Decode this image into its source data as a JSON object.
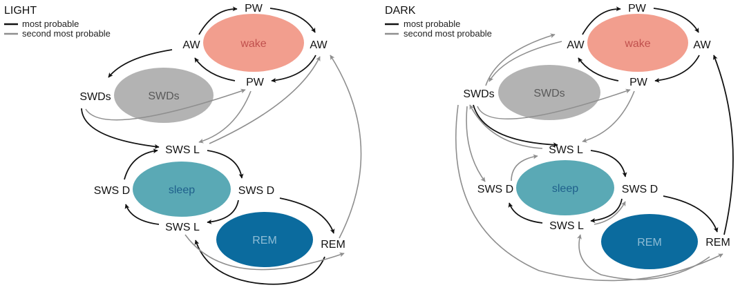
{
  "colors": {
    "most_probable": "#111111",
    "second_most_probable": "#8e8e8e",
    "wake": "#f29e8e",
    "wake_text": "#c0504d",
    "swds": "#b3b3b3",
    "swds_text": "#595959",
    "sleep": "#5aa9b5",
    "sleep_text": "#1f5f8b",
    "rem": "#0b6b9e",
    "rem_text": "#8fbdd6"
  },
  "panels": [
    {
      "title": "LIGHT",
      "legend": {
        "most": "most probable",
        "second": "second most probable"
      },
      "ovals": {
        "wake": "wake",
        "swds": "SWDs",
        "sleep": "sleep",
        "rem": "REM"
      },
      "labels": {
        "pw_top": "PW",
        "aw_left": "AW",
        "aw_right": "AW",
        "pw_bottom": "PW",
        "swds": "SWDs",
        "sws_l_top": "SWS L",
        "sws_d_left": "SWS D",
        "sws_d_right": "SWS D",
        "sws_l_bottom": "SWS L",
        "rem": "REM"
      }
    },
    {
      "title": "DARK",
      "legend": {
        "most": "most probable",
        "second": "second most probable"
      },
      "ovals": {
        "wake": "wake",
        "swds": "SWDs",
        "sleep": "sleep",
        "rem": "REM"
      },
      "labels": {
        "pw_top": "PW",
        "aw_left": "AW",
        "aw_right": "AW",
        "pw_bottom": "PW",
        "swds": "SWDs",
        "sws_l_top": "SWS L",
        "sws_d_left": "SWS D",
        "sws_d_right": "SWS D",
        "sws_l_bottom": "SWS L",
        "rem": "REM"
      }
    }
  ]
}
